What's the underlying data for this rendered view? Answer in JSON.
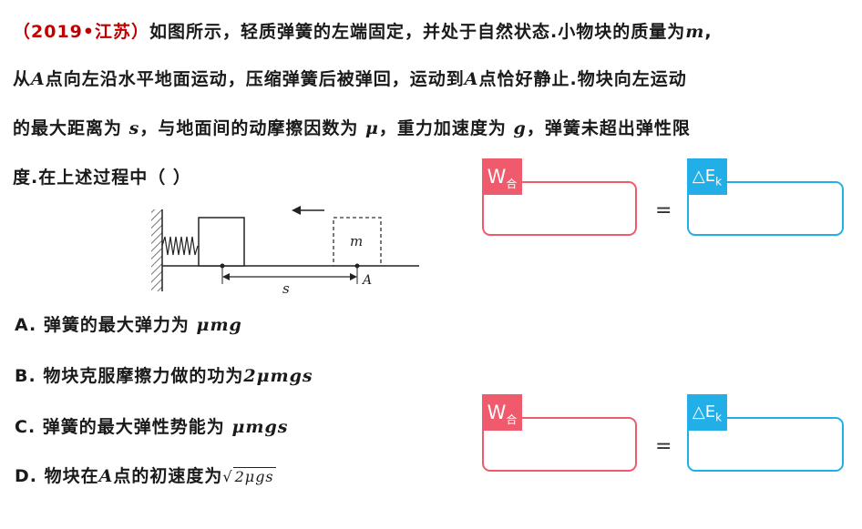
{
  "question": {
    "source": "（2019•江苏）",
    "line1_a": "如图所示，轻质弹簧的左端固定，并处于自然状态.小物块的质量为",
    "line1_m": "m",
    "line1_b": ",",
    "line2_a": "从",
    "line2_A": "A",
    "line2_b": "点向左沿水平地面运动，压缩弹簧后被弹回，运动到",
    "line2_A2": "A",
    "line2_c": "点恰好静止.物块向左运动",
    "line3_a": "的最大距离为",
    "line3_s": "s",
    "line3_b": "，与地面间的动摩擦因数为",
    "line3_mu": "μ",
    "line3_c": "，重力加速度为",
    "line3_g": "g",
    "line3_d": "，弹簧未超出弹性限",
    "line4": "度.在上述过程中（      ）"
  },
  "diagram": {
    "label_m": "m",
    "label_s": "s",
    "label_A": "A"
  },
  "options": [
    {
      "letter": "A.",
      "text": "弹簧的最大弹力为",
      "formula": "μmg"
    },
    {
      "letter": "B.",
      "text": "物块克服摩擦力做的功为",
      "formula": "2μmgs"
    },
    {
      "letter": "C.",
      "text": "弹簧的最大弹性势能为",
      "formula": "μmgs"
    },
    {
      "letter": "D.",
      "text": "物块在",
      "A": "A",
      "text2": "点的初速度为",
      "sqrt_inner": "2μgs"
    }
  ],
  "boxes": {
    "w_main": "W",
    "w_sub": "合",
    "e_main": "△E",
    "e_sub": "k",
    "equals": "="
  },
  "colors": {
    "source_red": "#c00000",
    "w_red": "#ef5b6d",
    "e_blue": "#22aee6"
  }
}
